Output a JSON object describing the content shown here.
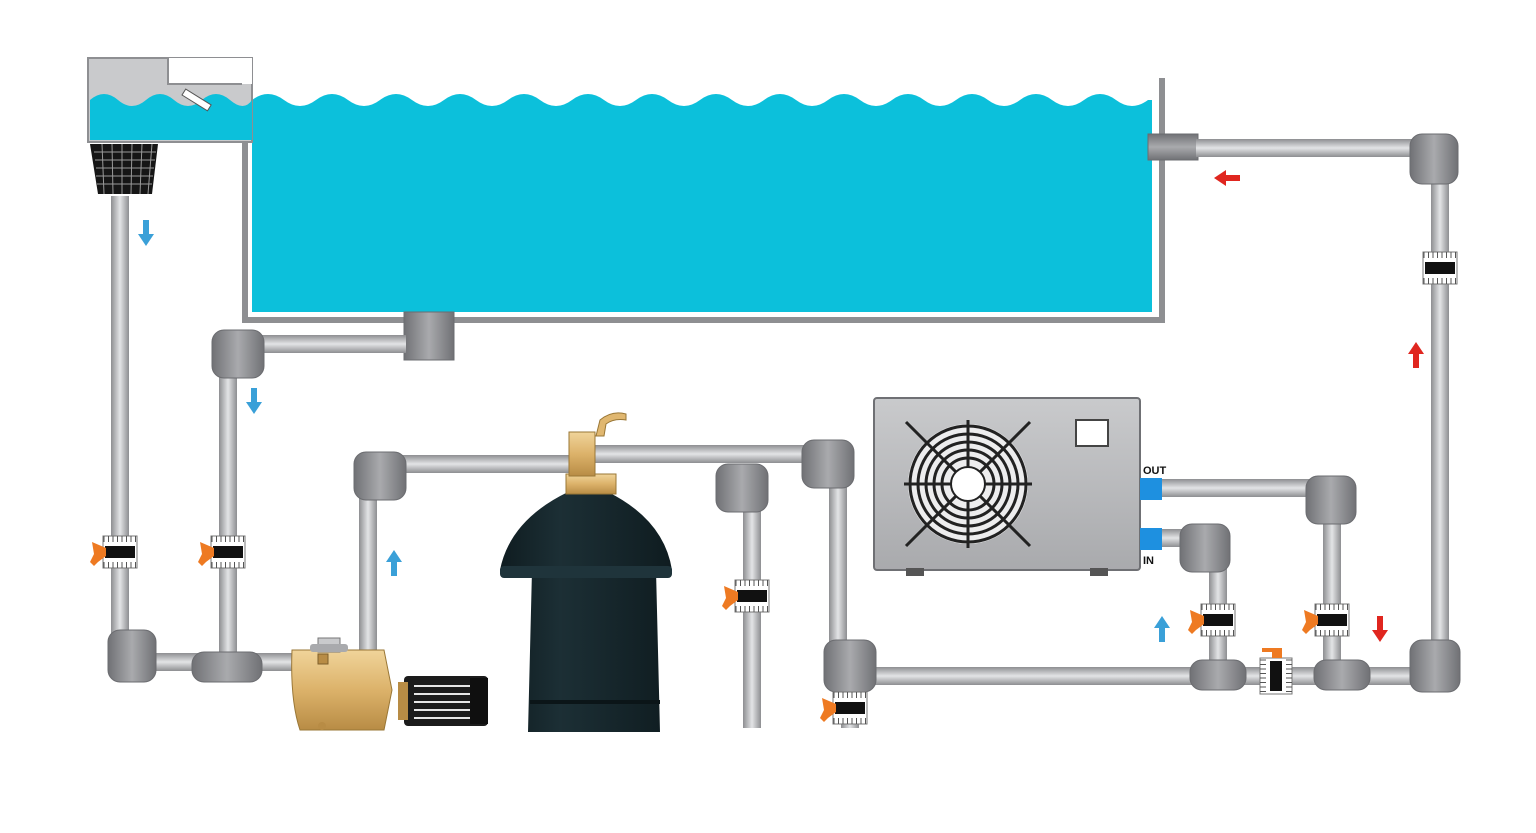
{
  "heat_pump": {
    "out_label": "OUT",
    "in_label": "IN"
  },
  "colors": {
    "water": "#0cc0db",
    "pipe": "#b9babd",
    "pipe_fitting": "#8e8f92",
    "cold_flow_arrow": "#3aa0d8",
    "hot_flow_arrow": "#e0261f",
    "valve_handle": "#ee7a22",
    "heat_pump_connector": "#1e90e0",
    "filter_tank": "#16262c",
    "pump_body": "#e0b770"
  },
  "components": [
    "pool-skimmer",
    "swimming-pool",
    "main-drain",
    "return-inlet",
    "circulation-pump",
    "sand-filter",
    "multiport-valve",
    "heat-pump",
    "bypass-valve",
    "isolation-valves"
  ]
}
